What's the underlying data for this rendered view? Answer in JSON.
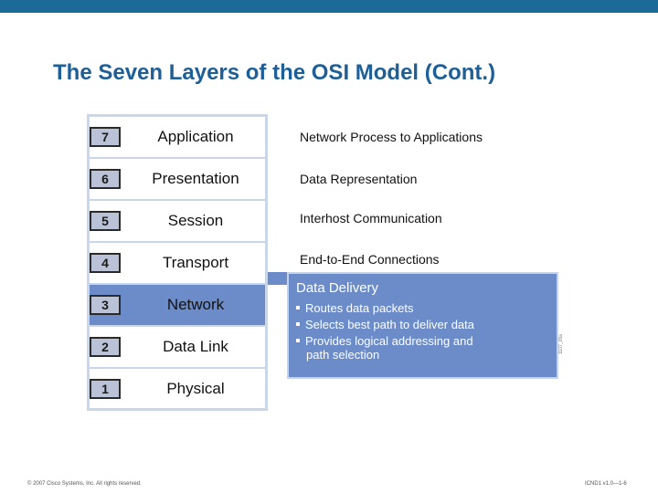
{
  "title": "The Seven Layers of the OSI Model (Cont.)",
  "layers": [
    {
      "number": "7",
      "name": "Application",
      "description": "Network Process to Applications"
    },
    {
      "number": "6",
      "name": "Presentation",
      "description": "Data Representation"
    },
    {
      "number": "5",
      "name": "Session",
      "description": "Interhost Communication"
    },
    {
      "number": "4",
      "name": "Transport",
      "description": "End-to-End Connections"
    },
    {
      "number": "3",
      "name": "Network"
    },
    {
      "number": "2",
      "name": "Data Link"
    },
    {
      "number": "1",
      "name": "Physical"
    }
  ],
  "highlight": {
    "title": "Data Delivery",
    "bullets": [
      "Routes data packets",
      "Selects best path to deliver data",
      "Provides logical addressing and"
    ],
    "bullet_continuation": "path selection",
    "color": "#6b8cc8"
  },
  "figure_code": "1107_26a",
  "footer": {
    "left": "© 2007 Cisco Systems, Inc. All rights reserved.",
    "right": "ICND1 v1.0—1-6"
  },
  "colors": {
    "title": "#1d5f96",
    "top_bar": "#1b6a97",
    "highlight": "#6b8cc8"
  }
}
